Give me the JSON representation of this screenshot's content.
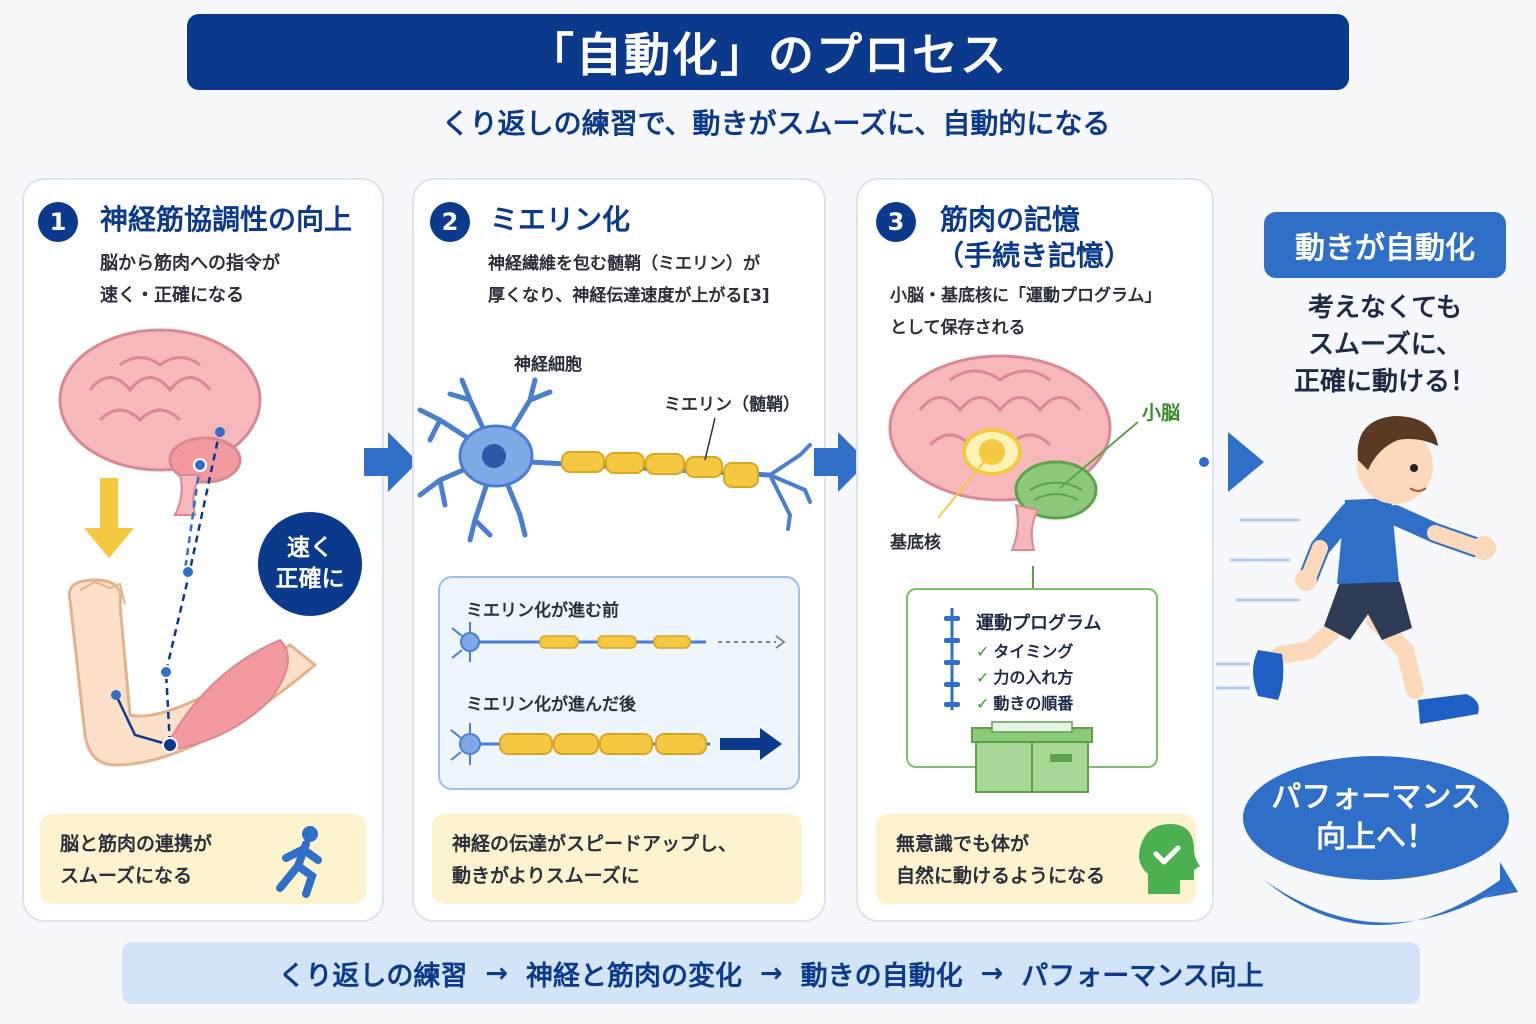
{
  "header": {
    "title": "「自動化」のプロセス",
    "subtitle": "くり返しの練習で、動きがスムーズに、自動的になる"
  },
  "steps": [
    {
      "number": "1",
      "title": "神経筋協調性の向上",
      "description": [
        "脳から筋肉への指令が",
        "速く・正確になる"
      ],
      "badge": [
        "速く",
        "正確に"
      ],
      "note": [
        "脳と筋肉の連携が",
        "スムーズになる"
      ]
    },
    {
      "number": "2",
      "title": "ミエリン化",
      "description": [
        "神経繊維を包む髄鞘（ミエリン）が",
        "厚くなり、神経伝達速度が上がる[3]"
      ],
      "labels": {
        "neuron": "神経細胞",
        "myelin": "ミエリン（髄鞘）"
      },
      "compare": {
        "before": "ミエリン化が進む前",
        "after": "ミエリン化が進んだ後"
      },
      "note": [
        "神経の伝達がスピードアップし、",
        "動きがよりスムーズに"
      ]
    },
    {
      "number": "3",
      "title": [
        "筋肉の記憶",
        "（手続き記憶）"
      ],
      "description": [
        "小脳・基底核に「運動プログラム」",
        "として保存される"
      ],
      "labels": {
        "cerebellum": "小脳",
        "basal_ganglia": "基底核"
      },
      "program": {
        "title": "運動プログラム",
        "items": [
          "タイミング",
          "力の入れ方",
          "動きの順番"
        ]
      },
      "note": [
        "無意識でも体が",
        "自然に動けるようになる"
      ]
    }
  ],
  "result": {
    "badge": "動きが自動化",
    "text": [
      "考えなくても",
      "スムーズに、",
      "正確に動ける！"
    ],
    "performance": [
      "パフォーマンス",
      "向上へ！"
    ]
  },
  "flow": [
    "くり返しの練習",
    "神経と筋肉の変化",
    "動きの自動化",
    "パフォーマンス向上"
  ],
  "flow_separator": "→",
  "check_mark": "✓",
  "colors": {
    "navy": "#0b3a8c",
    "blue": "#2f6fc8",
    "note_bg": "#fdf4cf",
    "myelin": "#f5c842",
    "green": "#7cbf6d"
  }
}
